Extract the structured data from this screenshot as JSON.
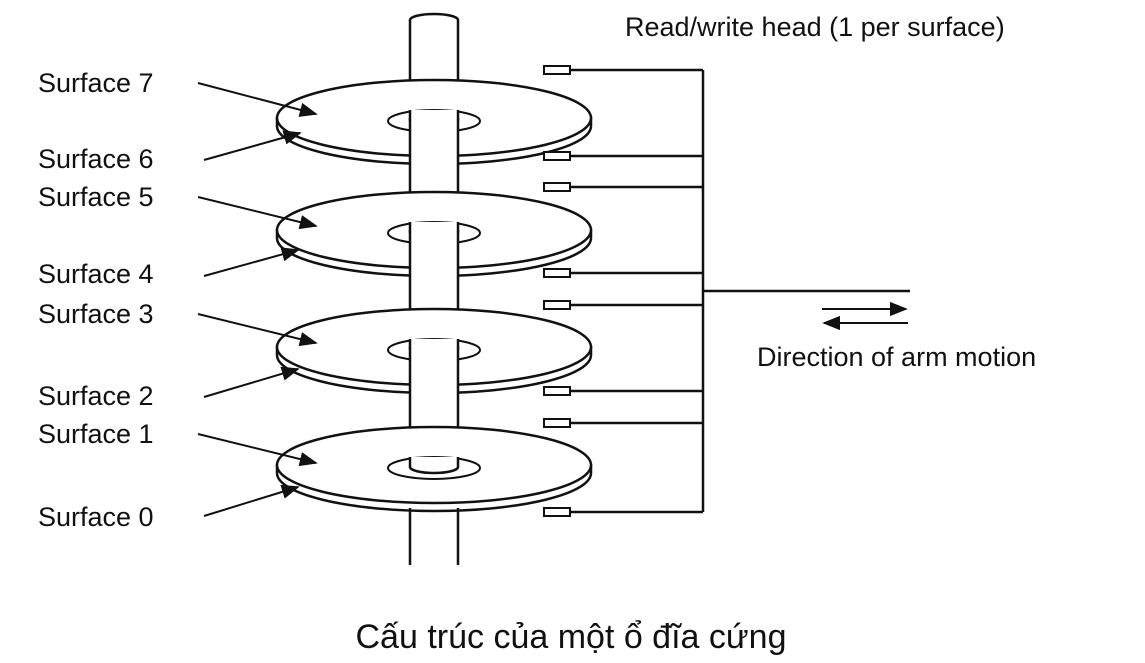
{
  "diagram": {
    "surface_labels": [
      "Surface 7",
      "Surface 6",
      "Surface 5",
      "Surface 4",
      "Surface 3",
      "Surface 2",
      "Surface 1",
      "Surface 0"
    ],
    "head_label": "Read/write head (1 per surface)",
    "arm_motion_label": "Direction of arm motion",
    "caption": "Cấu trúc của một ổ đĩa cứng",
    "platter_count": 4,
    "head_count": 8
  }
}
